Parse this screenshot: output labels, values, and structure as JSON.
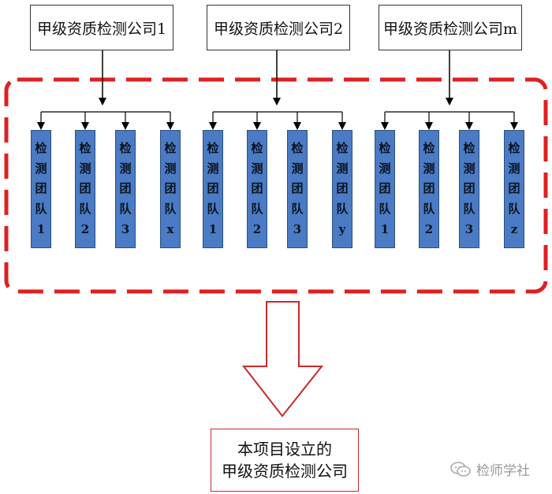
{
  "companies": [
    {
      "label": "甲级资质检测公司1"
    },
    {
      "label": "甲级资质检测公司2"
    },
    {
      "label": "甲级资质检测公司m"
    }
  ],
  "team_chars": [
    "检",
    "测",
    "团",
    "队"
  ],
  "groups": [
    {
      "teams": [
        "1",
        "2",
        "3",
        "x"
      ]
    },
    {
      "teams": [
        "1",
        "2",
        "3",
        "y"
      ]
    },
    {
      "teams": [
        "1",
        "2",
        "3",
        "z"
      ]
    }
  ],
  "result": {
    "line1": "本项目设立的",
    "line2": "甲级资质检测公司"
  },
  "watermark": {
    "text": "检师学社"
  },
  "colors": {
    "team_fill": "#4a7bc4",
    "dashed_border": "#e02020",
    "arrow_outline": "#c92a2a"
  }
}
